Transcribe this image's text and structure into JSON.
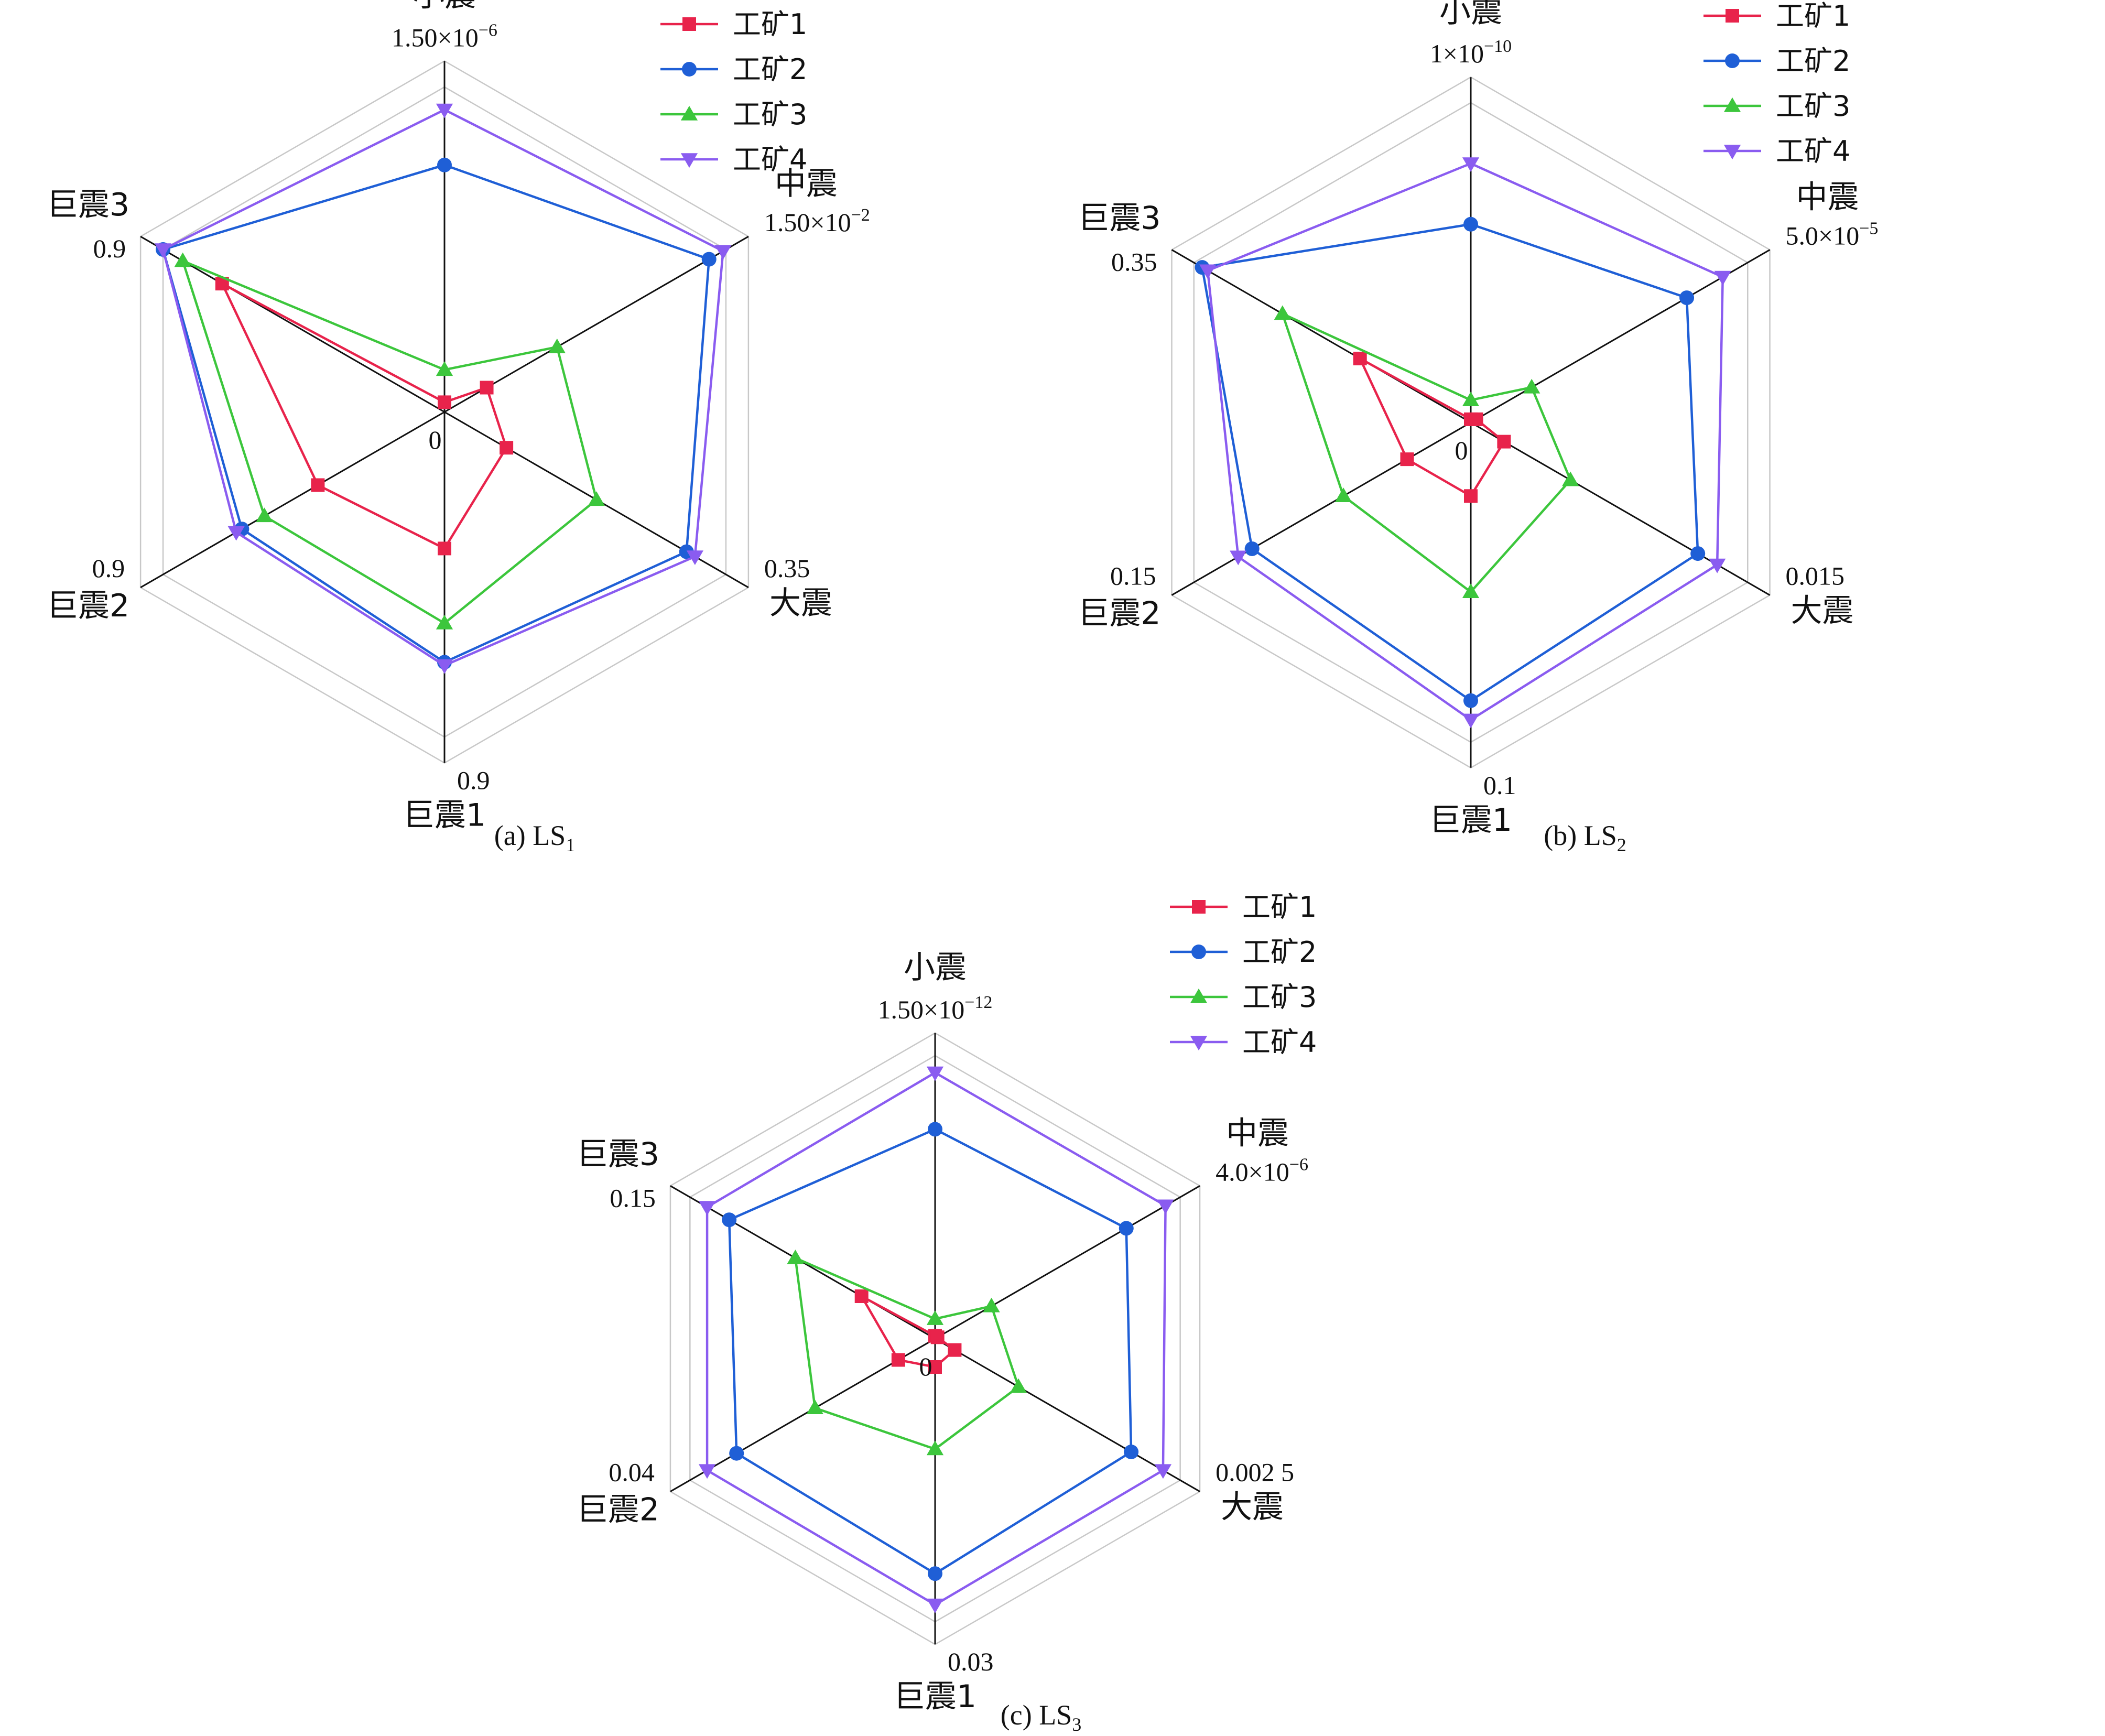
{
  "chart_data": [
    {
      "type": "radar",
      "caption": {
        "prefix": "(a) LS",
        "sub": "1"
      },
      "axes": [
        {
          "name": "小震",
          "max_label": {
            "base": "1.50×10",
            "sup": "−6"
          }
        },
        {
          "name": "中震",
          "max_label": {
            "base": "1.50×10",
            "sup": "−2"
          }
        },
        {
          "name": "大震",
          "max_label": {
            "base": "0.35"
          }
        },
        {
          "name": "巨震1",
          "max_label": {
            "base": "0.9"
          }
        },
        {
          "name": "巨震2",
          "max_label": {
            "base": "0.9"
          }
        },
        {
          "name": "巨震3",
          "max_label": {
            "base": "0.9"
          }
        }
      ],
      "zero_label": "0",
      "series": [
        {
          "name": "工矿1",
          "color": "#e8234b",
          "marker": "square",
          "values": [
            0.03,
            0.15,
            0.22,
            0.42,
            0.45,
            0.79
          ]
        },
        {
          "name": "工矿2",
          "color": "#1f5fd6",
          "marker": "circle",
          "values": [
            0.76,
            0.94,
            0.86,
            0.77,
            0.72,
            1.0
          ]
        },
        {
          "name": "工矿3",
          "color": "#3cc63c",
          "marker": "triangle-up",
          "values": [
            0.13,
            0.4,
            0.54,
            0.65,
            0.64,
            0.93
          ]
        },
        {
          "name": "工矿4",
          "color": "#8a5cf0",
          "marker": "triangle-down",
          "values": [
            0.93,
            0.99,
            0.89,
            0.78,
            0.74,
            1.0
          ]
        }
      ]
    },
    {
      "type": "radar",
      "caption": {
        "prefix": "(b) LS",
        "sub": "2"
      },
      "axes": [
        {
          "name": "小震",
          "max_label": {
            "base": "1×10",
            "sup": "−10"
          }
        },
        {
          "name": "中震",
          "max_label": {
            "base": "5.0×10",
            "sup": "−5"
          }
        },
        {
          "name": "大震",
          "max_label": {
            "base": "0.015"
          }
        },
        {
          "name": "巨震1",
          "max_label": {
            "base": "0.1"
          }
        },
        {
          "name": "巨震2",
          "max_label": {
            "base": "0.15"
          }
        },
        {
          "name": "巨震3",
          "max_label": {
            "base": "0.35"
          }
        }
      ],
      "zero_label": "0",
      "series": [
        {
          "name": "工矿1",
          "color": "#e8234b",
          "marker": "square",
          "values": [
            0.01,
            0.02,
            0.12,
            0.23,
            0.23,
            0.4
          ]
        },
        {
          "name": "工矿2",
          "color": "#1f5fd6",
          "marker": "circle",
          "values": [
            0.62,
            0.78,
            0.82,
            0.87,
            0.79,
            0.97
          ]
        },
        {
          "name": "工矿3",
          "color": "#3cc63c",
          "marker": "triangle-up",
          "values": [
            0.07,
            0.22,
            0.36,
            0.53,
            0.46,
            0.68
          ]
        },
        {
          "name": "工矿4",
          "color": "#8a5cf0",
          "marker": "triangle-down",
          "values": [
            0.81,
            0.91,
            0.89,
            0.93,
            0.84,
            0.95
          ]
        }
      ]
    },
    {
      "type": "radar",
      "caption": {
        "prefix": "(c) LS",
        "sub": "3"
      },
      "axes": [
        {
          "name": "小震",
          "max_label": {
            "base": "1.50×10",
            "sup": "−12"
          }
        },
        {
          "name": "中震",
          "max_label": {
            "base": "4.0×10",
            "sup": "−6"
          }
        },
        {
          "name": "大震",
          "max_label": {
            "base": "0.002 5"
          }
        },
        {
          "name": "巨震1",
          "max_label": {
            "base": "0.03"
          }
        },
        {
          "name": "巨震2",
          "max_label": {
            "base": "0.04"
          }
        },
        {
          "name": "巨震3",
          "max_label": {
            "base": "0.15"
          }
        }
      ],
      "zero_label": "0",
      "series": [
        {
          "name": "工矿1",
          "color": "#e8234b",
          "marker": "square",
          "values": [
            0.01,
            0.01,
            0.08,
            0.1,
            0.15,
            0.3
          ]
        },
        {
          "name": "工矿2",
          "color": "#1f5fd6",
          "marker": "circle",
          "values": [
            0.74,
            0.78,
            0.8,
            0.83,
            0.81,
            0.84
          ]
        },
        {
          "name": "工矿3",
          "color": "#3cc63c",
          "marker": "triangle-up",
          "values": [
            0.07,
            0.23,
            0.34,
            0.39,
            0.49,
            0.57
          ]
        },
        {
          "name": "工矿4",
          "color": "#8a5cf0",
          "marker": "triangle-down",
          "values": [
            0.94,
            0.94,
            0.93,
            0.94,
            0.93,
            0.93
          ]
        }
      ]
    }
  ]
}
